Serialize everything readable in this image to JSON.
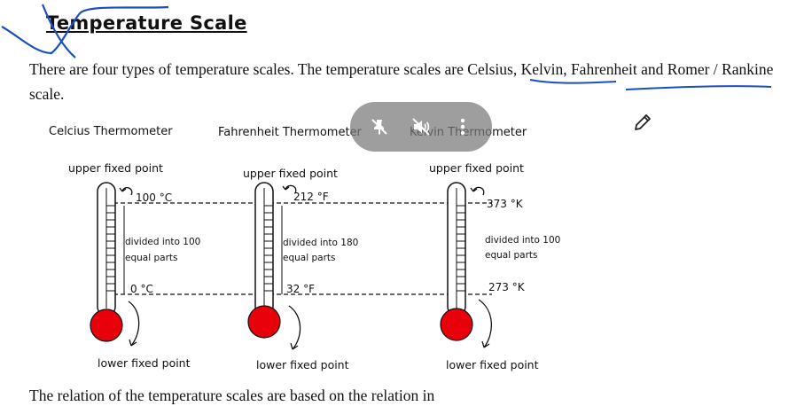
{
  "heading": "Temperature Scale",
  "intro": "There are four types of temperature scales. The temperature scales are Celsius, Kelvin, Fahrenheit and Romer / Rankine scale.",
  "footer": "The relation of the temperature scales are based on the relation in",
  "thermometers": [
    {
      "title": "Celcius Thermometer",
      "upper_label": "upper fixed point",
      "upper_value": "100 °C",
      "division": [
        "divided into 100",
        "equal parts"
      ],
      "lower_value": "0 °C",
      "lower_label": "lower fixed point"
    },
    {
      "title": "Fahrenheit Thermometer",
      "upper_label": "upper fixed point",
      "upper_value": "212 °F",
      "division": [
        "divided into 180",
        "equal parts"
      ],
      "lower_value": "32 °F",
      "lower_label": "lower fixed point"
    },
    {
      "title": "Kelvin Thermometer",
      "upper_label": "upper fixed point",
      "upper_value": "373 °K",
      "division": [
        "divided into 100",
        "equal parts"
      ],
      "lower_value": "273 °K",
      "lower_label": "lower fixed point"
    }
  ],
  "toolbar": {
    "icons": [
      "pin-off-icon",
      "volume-off-icon",
      "more-vertical-icon"
    ]
  },
  "colors": {
    "bulb": "#e8000b",
    "ink": "#1a4fc4",
    "toolbar_bg": "#7a7a7a"
  }
}
